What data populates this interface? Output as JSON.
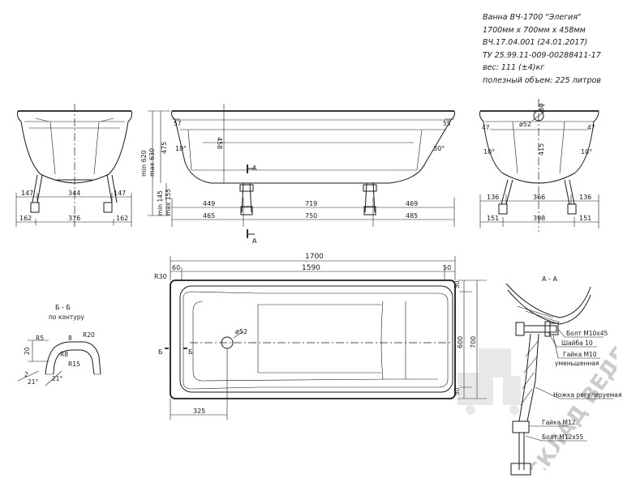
{
  "spec": {
    "title": "Ванна ВЧ-1700 \"Элегия\"",
    "size": "1700мм x 700мм x 458мм",
    "code": "ВЧ.17.04.001 (24.01.2017)",
    "tu": "ТУ 25.99.11-009-00288411-17",
    "weight": "вес: 111 (±4)кг",
    "volume": "полезный объем: 225 литров"
  },
  "end_view_left": {
    "dims": [
      "147",
      "344",
      "147",
      "162",
      "376",
      "162"
    ]
  },
  "side_view": {
    "dims": [
      "57",
      "55",
      "458",
      "10°",
      "30°",
      "A",
      "A",
      "449",
      "719",
      "469",
      "465",
      "750",
      "485",
      "min 620",
      "max 630",
      "475",
      "min 145",
      "max 155"
    ]
  },
  "end_view_right": {
    "dims": [
      "60",
      "ø52",
      "47",
      "47",
      "415",
      "10°",
      "10°",
      "136",
      "366",
      "136",
      "151",
      "398",
      "151"
    ]
  },
  "top_view": {
    "dims": [
      "1700",
      "60",
      "1590",
      "50",
      "R30",
      "50",
      "600",
      "700",
      "50",
      "ø52",
      "325",
      "Б",
      "Б"
    ]
  },
  "section_b": {
    "title": "Б - Б",
    "subtitle": "по контуру",
    "dims": [
      "R5",
      "8",
      "R20",
      "20",
      "R8",
      "R15",
      "2",
      "21°",
      "21°"
    ]
  },
  "section_a": {
    "title": "А - А",
    "callouts": [
      "Болт М10х45",
      "Шайба 10",
      "Гайка М10",
      "уменьшенная",
      "Ножка регулируемая",
      "Гайка М12",
      "Болт М12х55"
    ]
  },
  "watermark": "СКЛАД ВЕДЕНТА"
}
